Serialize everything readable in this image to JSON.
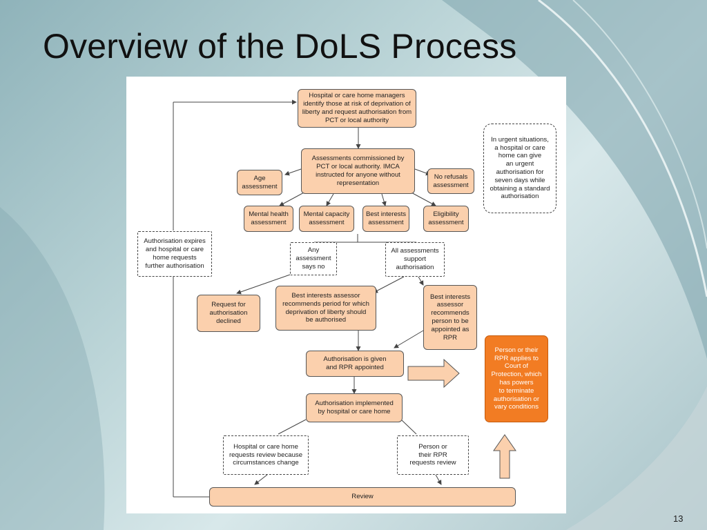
{
  "slide": {
    "title": "Overview of the DoLS Process",
    "page_number": "13"
  },
  "diagram": {
    "nodes": {
      "hospital_managers": "Hospital or care home managers\nidentify those at risk of deprivation of\nliberty and request authorisation from\nPCT or local authority",
      "assessments_commissioned": "Assessments commissioned by\nPCT or local authority. IMCA\ninstructed for anyone without\nrepresentation",
      "age_assessment": "Age\nassessment",
      "no_refusals_assessment": "No refusals\nassessment",
      "mental_health_assessment": "Mental health\nassessment",
      "mental_capacity_assessment": "Mental capacity\nassessment",
      "best_interests_assessment": "Best interests\nassessment",
      "eligibility_assessment": "Eligibility\nassessment",
      "urgent_note": "In urgent situations,\na hospital or care\nhome can give\nan urgent\nauthorisation for\nseven days while\nobtaining a standard\nauthorisation",
      "authorisation_expires": "Authorisation expires\nand hospital or care\nhome requests\nfurther authorisation",
      "any_assessment_no": "Any\nassessment\nsays no",
      "all_assessments_support": "All assessments\nsupport\nauthorisation",
      "request_declined": "Request for\nauthorisation\ndeclined",
      "bia_recommends_period": "Best interests assessor\nrecommends period for which\ndeprivation of liberty should\nbe authorised",
      "bia_recommends_rpr": "Best interests\nassessor\nrecommends\nperson to be\nappointed as\nRPR",
      "authorisation_given": "Authorisation is given\nand RPR appointed",
      "court_of_protection": "Person or their\nRPR applies to\nCourt of\nProtection, which\nhas powers\nto terminate\nauthorisation or\nvary conditions",
      "authorisation_implemented": "Authorisation implemented\nby hospital or care home",
      "hospital_requests_review": "Hospital or care home\nrequests review because\ncircumstances change",
      "rpr_requests_review": "Person or\ntheir RPR\nrequests review",
      "review": "Review"
    },
    "colors": {
      "box_fill": "#fbd0ad",
      "box_border": "#555555",
      "highlight_fill": "#f27c23",
      "highlight_text": "#ffffff",
      "line": "#444444"
    }
  }
}
